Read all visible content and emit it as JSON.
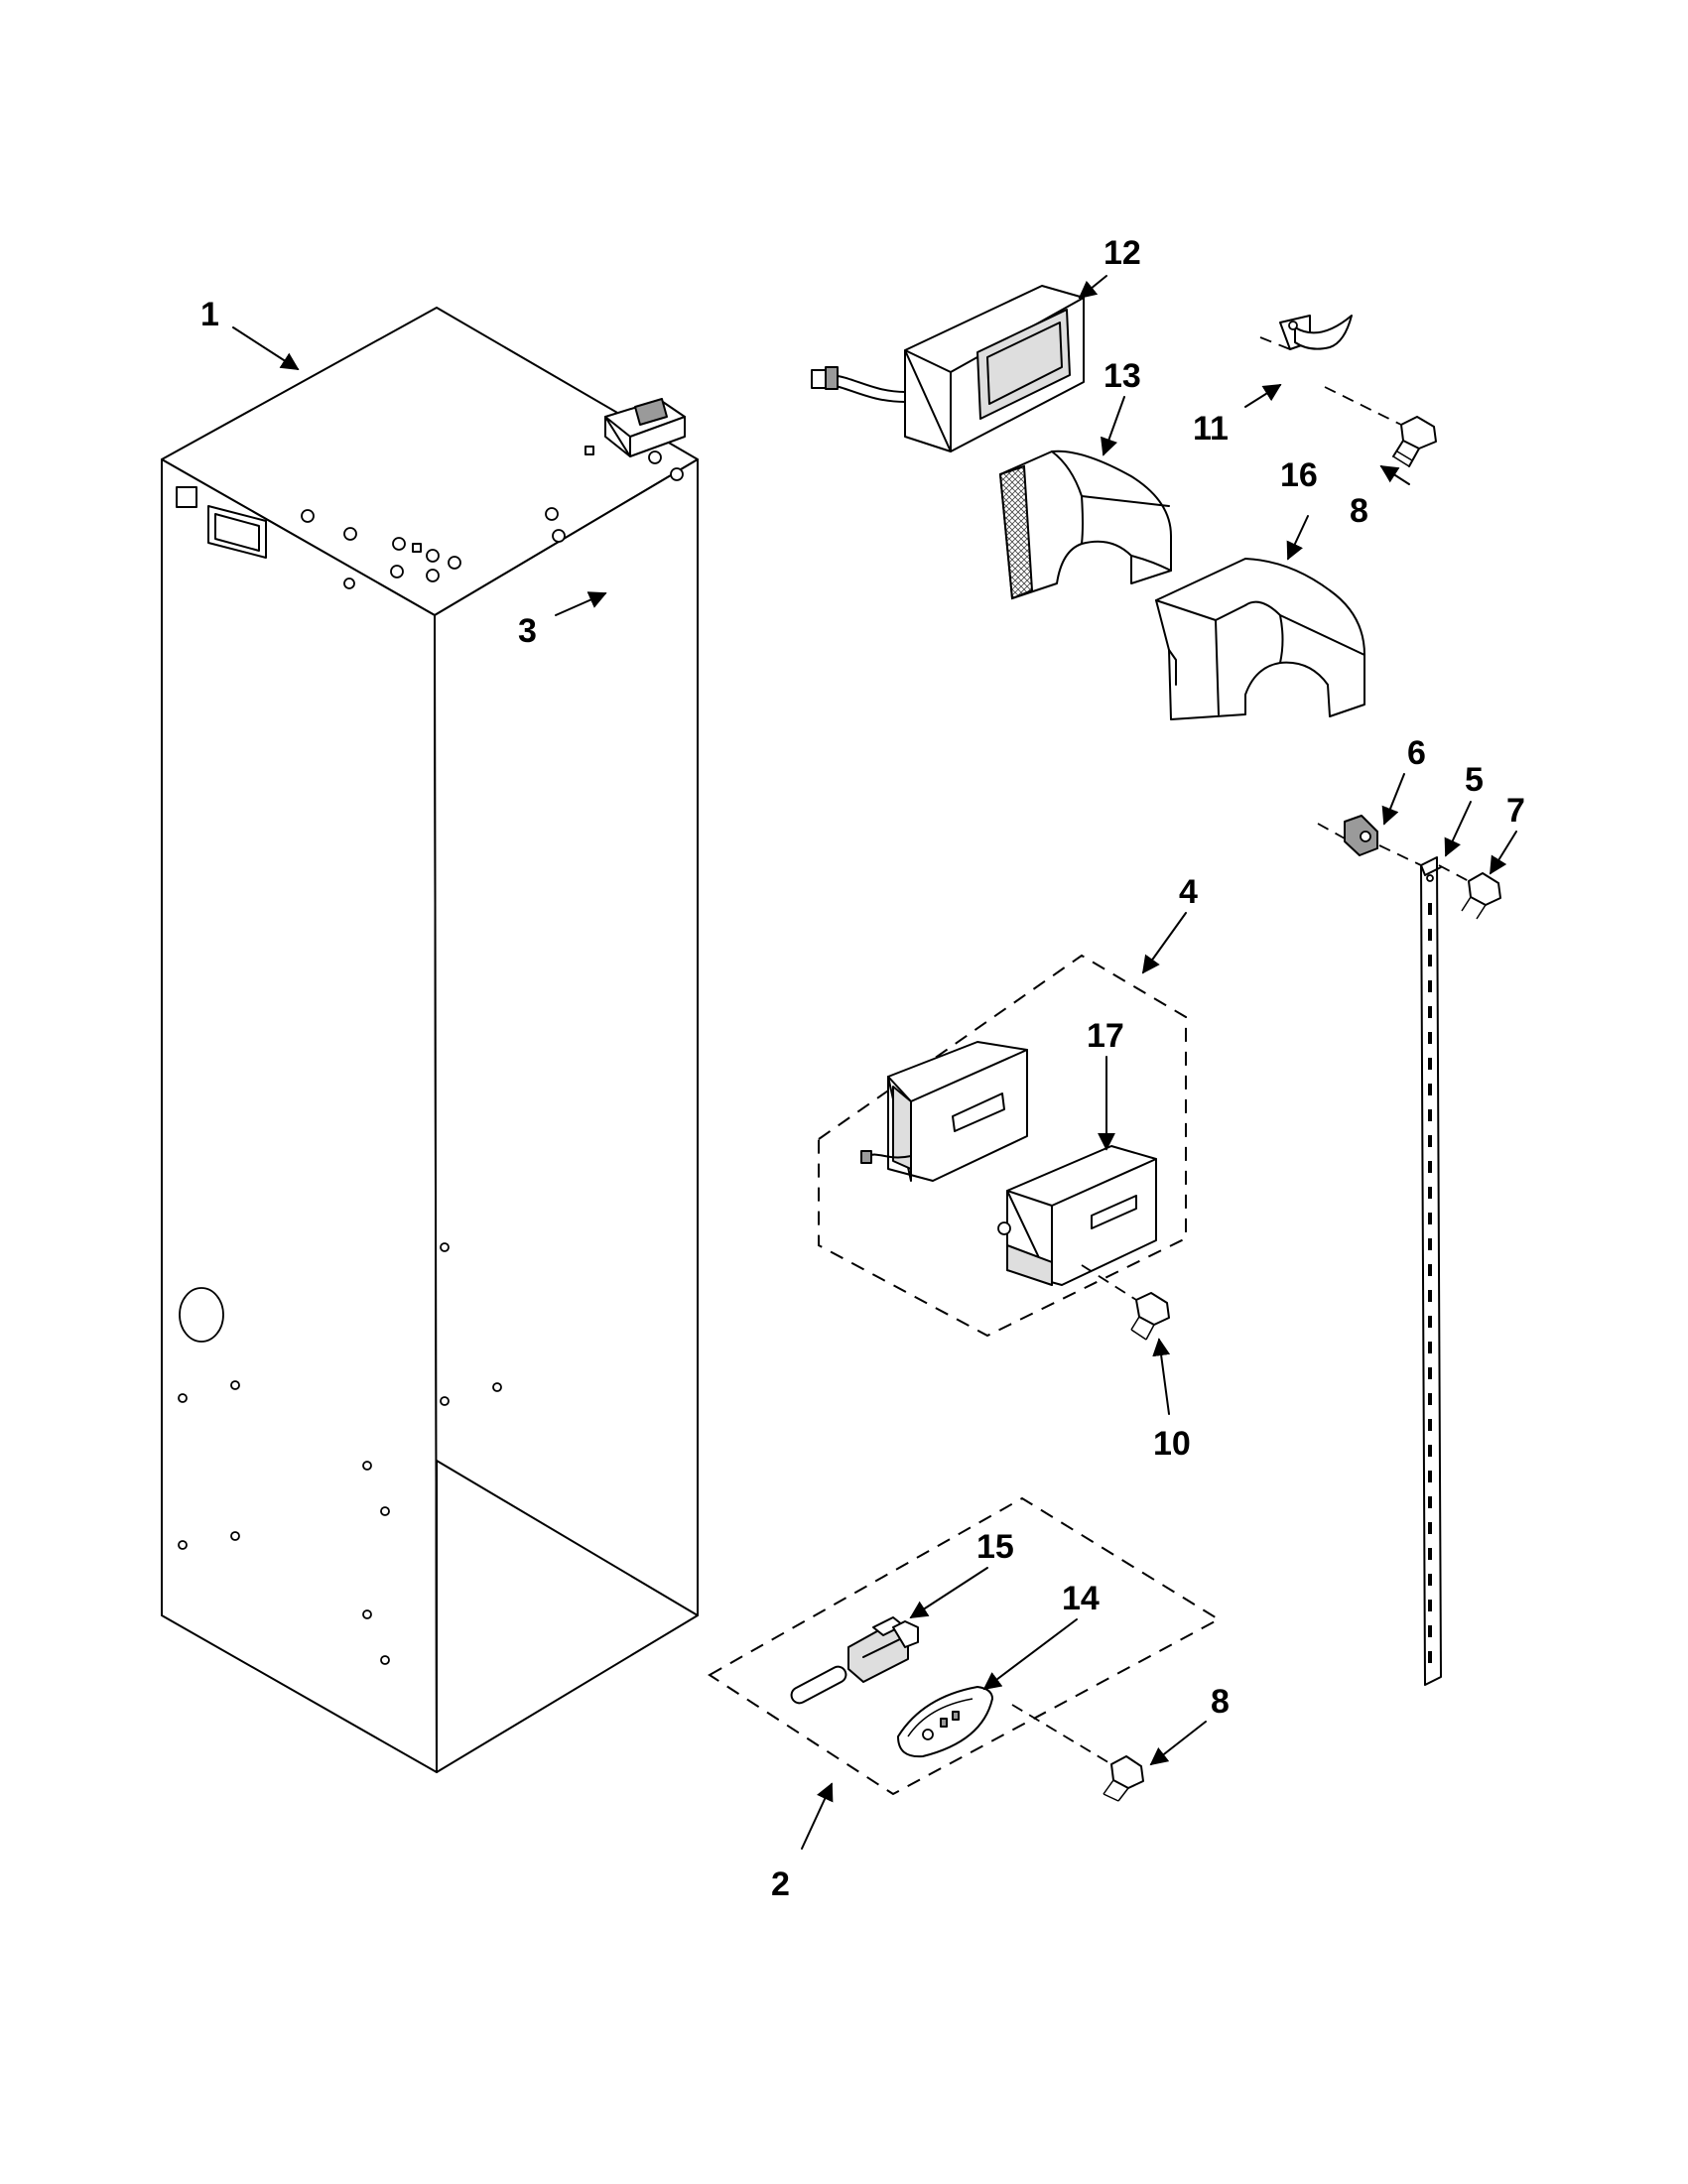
{
  "callouts": [
    {
      "id": "1",
      "label": "1"
    },
    {
      "id": "2",
      "label": "2"
    },
    {
      "id": "3",
      "label": "3"
    },
    {
      "id": "4",
      "label": "4"
    },
    {
      "id": "5",
      "label": "5"
    },
    {
      "id": "6",
      "label": "6"
    },
    {
      "id": "7",
      "label": "7"
    },
    {
      "id": "8a",
      "label": "8"
    },
    {
      "id": "8b",
      "label": "8"
    },
    {
      "id": "10",
      "label": "10"
    },
    {
      "id": "11",
      "label": "11"
    },
    {
      "id": "12",
      "label": "12"
    },
    {
      "id": "13",
      "label": "13"
    },
    {
      "id": "14",
      "label": "14"
    },
    {
      "id": "15",
      "label": "15"
    },
    {
      "id": "16",
      "label": "16"
    },
    {
      "id": "17",
      "label": "17"
    }
  ]
}
